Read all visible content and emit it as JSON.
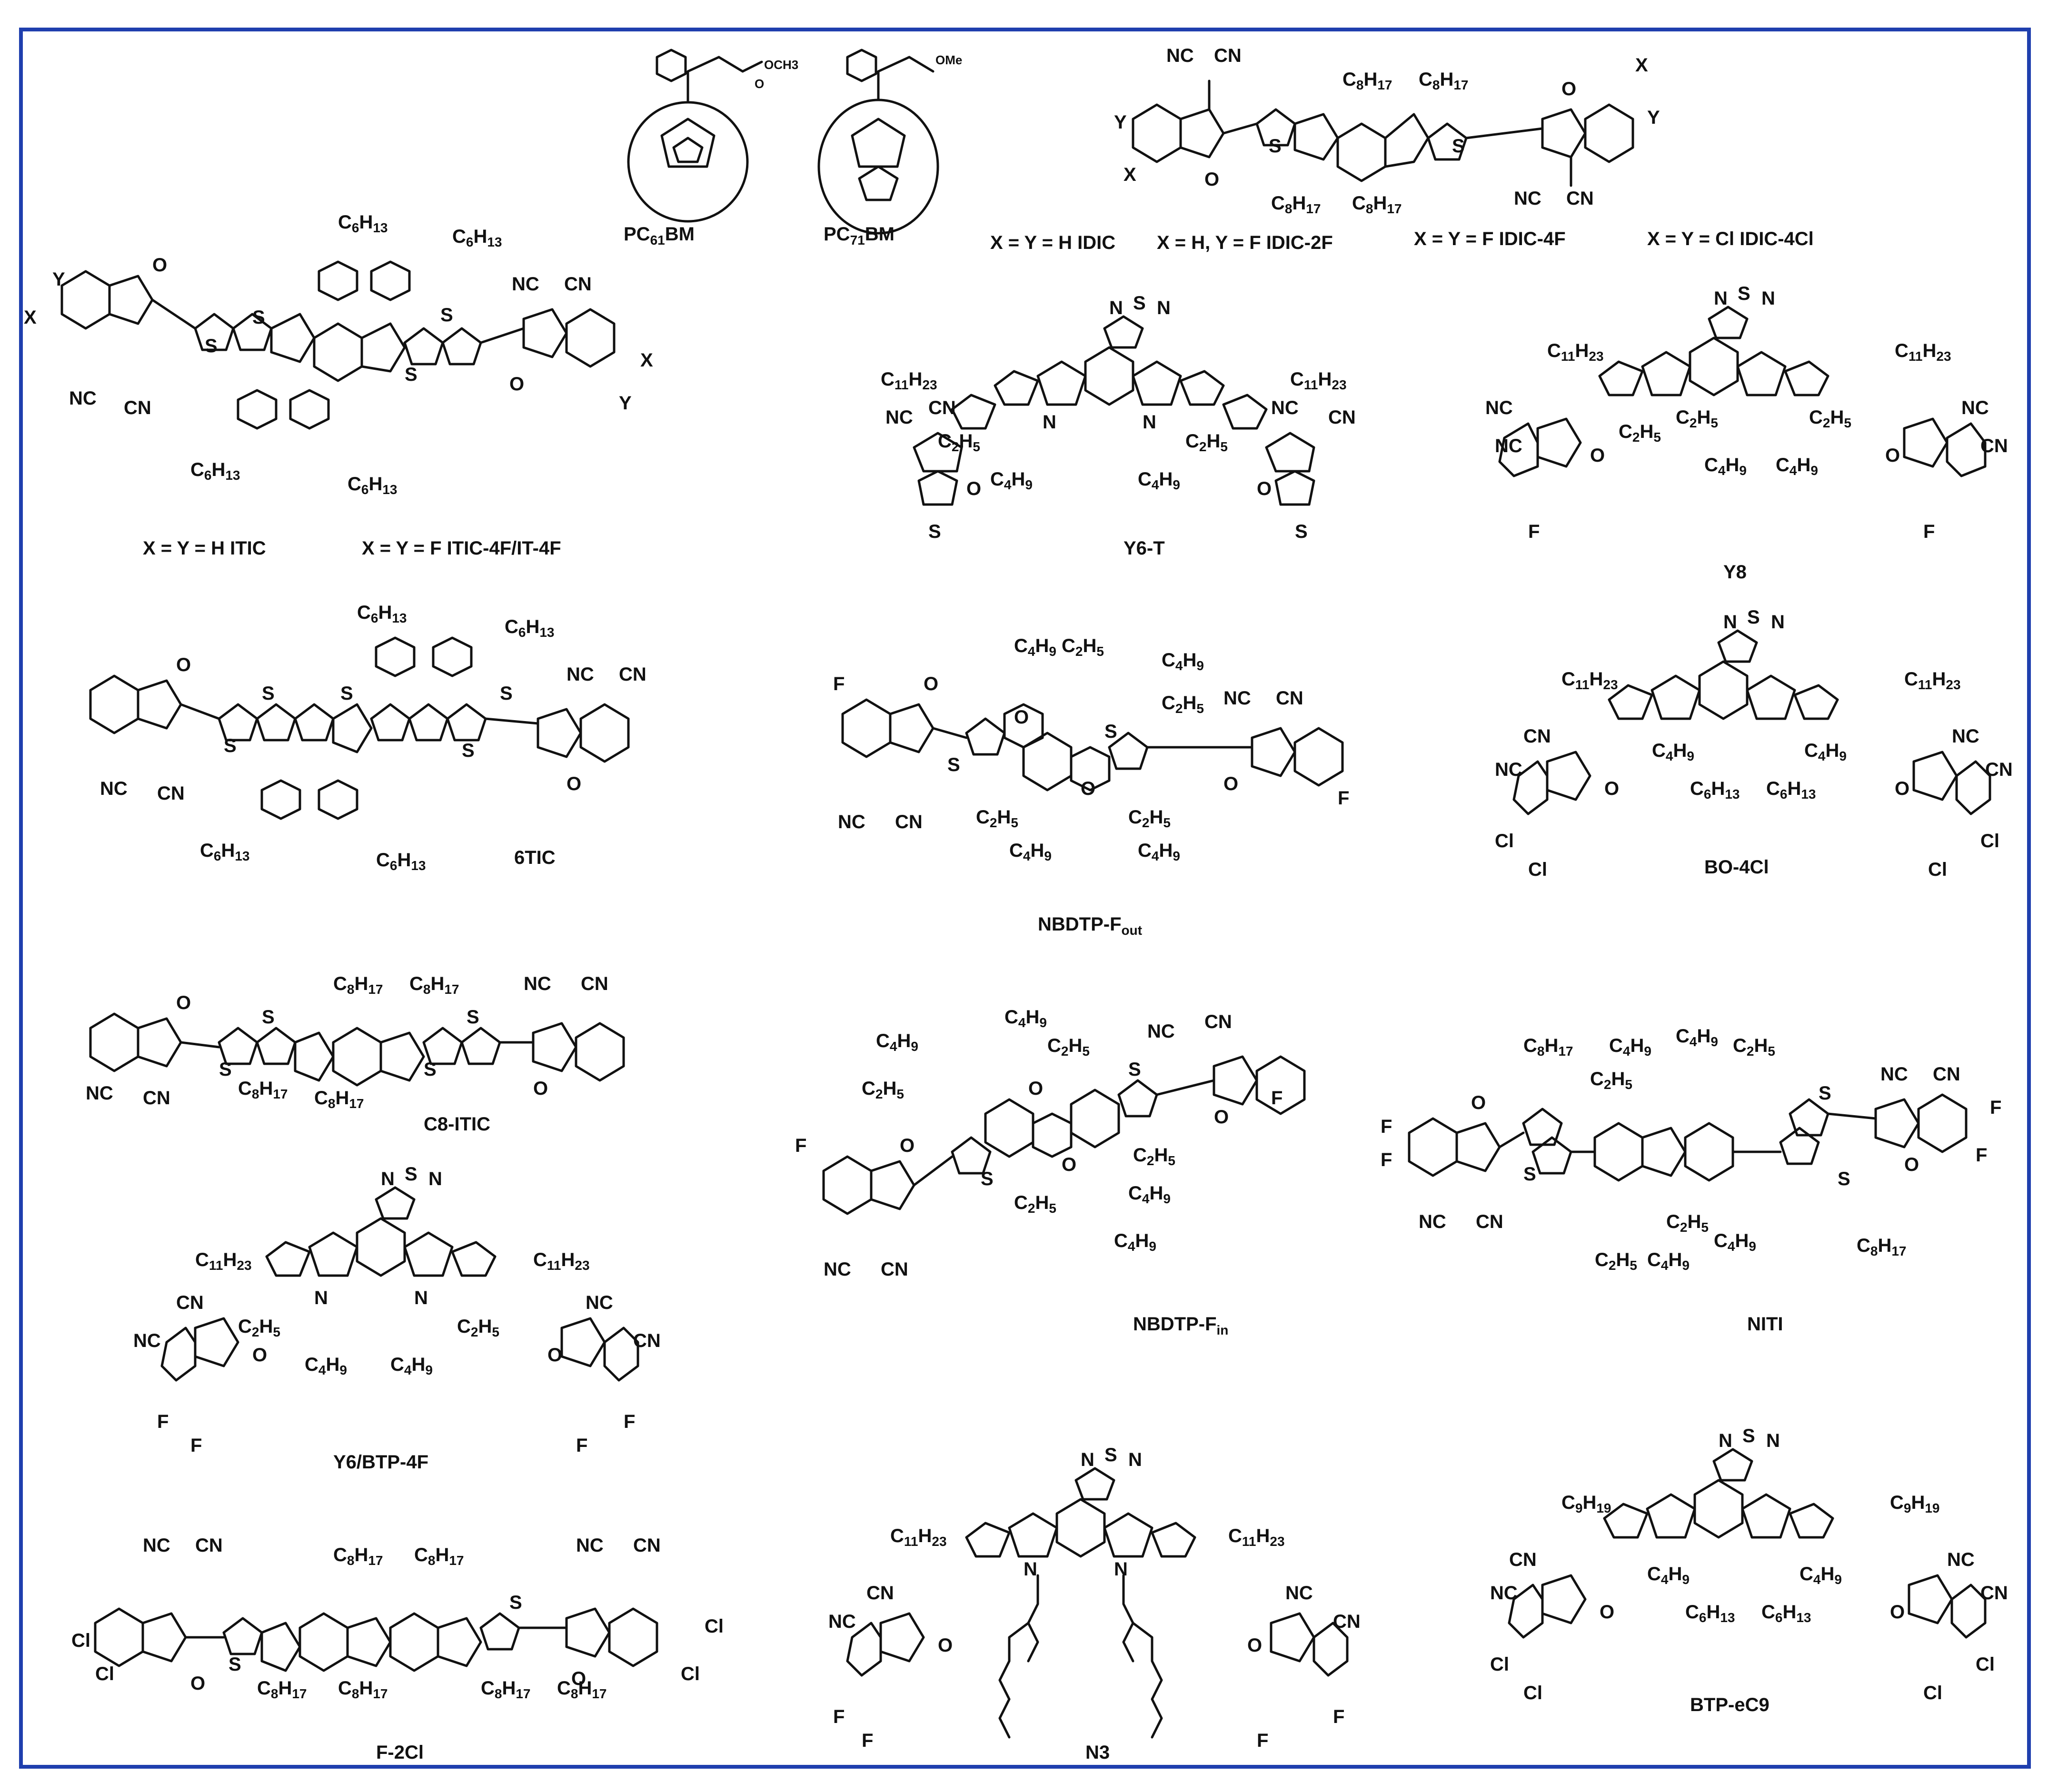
{
  "captions": {
    "pc61bm": "PC61BM",
    "pc71bm": "PC71BM",
    "idic_family": {
      "idic": "X = Y = H   IDIC",
      "idic_2f": "X = H, Y = F   IDIC-2F",
      "idic_4f": "X = Y = F   IDIC-4F",
      "idic_4cl": "X = Y = Cl   IDIC-4Cl"
    },
    "itic_family": {
      "itic": "X = Y = H  ITIC",
      "itic_4f": "X = Y = F  ITIC-4F/IT-4F"
    },
    "y6_t": "Y6-T",
    "y8": "Y8",
    "sixtic": "6TIC",
    "nbdtp_fout": "NBDTP-Fout",
    "bo_4cl": "BO-4Cl",
    "c8_itic": "C8-ITIC",
    "nbdtp_fin": "NBDTP-Fin",
    "niti": "NITI",
    "y6_btp_4f": "Y6/BTP-4F",
    "f_2cl": "F-2Cl",
    "n3": "N3",
    "btp_ec9": "BTP-eC9"
  },
  "atom_labels": {
    "c6h13": "C6H13",
    "c8h17": "C8H17",
    "c11h23": "C11H23",
    "c9h19": "C9H19",
    "c2h5": "C2H5",
    "c4h9": "C4H9",
    "nc": "NC",
    "cn": "CN",
    "s": "S",
    "n": "N",
    "o": "O",
    "f": "F",
    "cl": "Cl",
    "x": "X",
    "y": "Y",
    "och3": "OCH3",
    "ome": "OMe"
  },
  "colors": {
    "frame": "#1f3fae",
    "ink": "#111111"
  }
}
